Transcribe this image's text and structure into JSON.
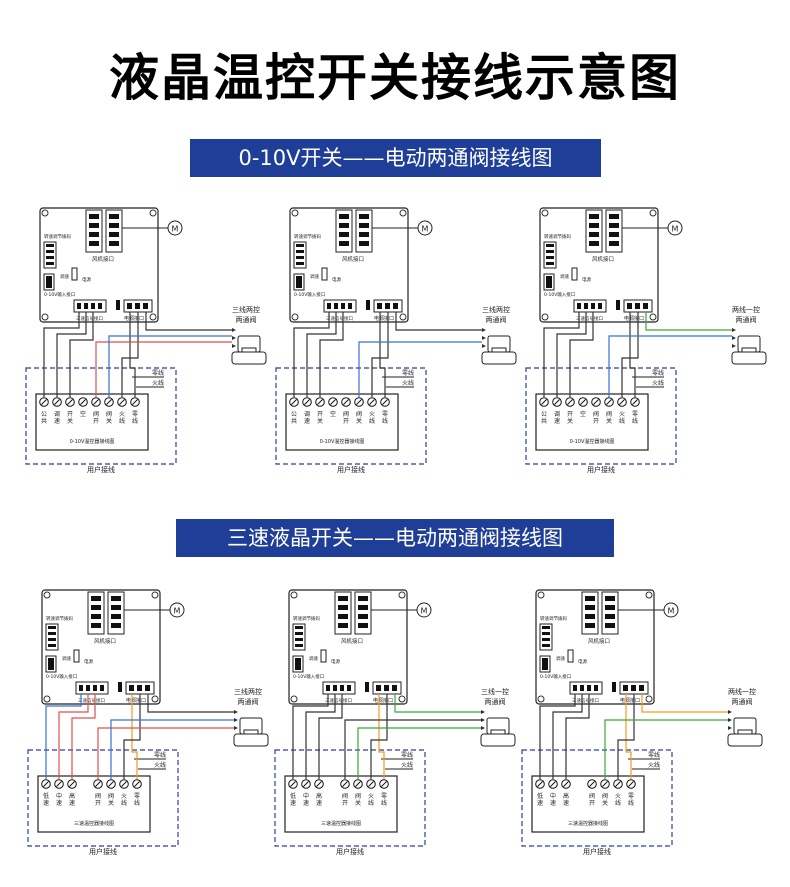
{
  "page_title": "液晶温控开关接线示意图",
  "sections": [
    {
      "banner": "0-10V开关——电动两通阀接线图"
    },
    {
      "banner": "三速液晶开关——电动两通阀接线图"
    }
  ],
  "board": {
    "fan_port": "风机接口",
    "speed_switch": "转速调节拨码",
    "input_0_10v": "0-10V输入接口",
    "three_speed_port": "三速信号接口",
    "power_port": "电源接口",
    "lbl_speed": "调速",
    "lbl_power": "电源",
    "motor": "M"
  },
  "thermostat": {
    "zero_line": "零线",
    "fire_line": "火线",
    "user_wiring": "用户接线"
  },
  "diagrams": [
    {
      "valve_label": [
        "三线两控",
        "两通阀"
      ],
      "terminals": [
        "公共",
        "调速",
        "开关",
        "空",
        "阀开",
        "阀关",
        "火线",
        "零线"
      ],
      "caption": "0-10V温控器接线图"
    },
    {
      "valve_label": [
        "三线两控",
        "两通阀"
      ],
      "terminals": [
        "公共",
        "调速",
        "开关",
        "空",
        "阀开",
        "阀关",
        "火线",
        "零线"
      ],
      "caption": "0-10V温控器接线图"
    },
    {
      "valve_label": [
        "两线一控",
        "两通阀"
      ],
      "terminals": [
        "公共",
        "调速",
        "开关",
        "空",
        "阀开",
        "阀关",
        "火线",
        "零线"
      ],
      "caption": "0-10V温控器接线图"
    },
    {
      "valve_label": [
        "三线两控",
        "两通阀"
      ],
      "terminals": [
        "低速",
        "中速",
        "高速",
        "阀开",
        "阀关",
        "火线",
        "零线"
      ],
      "caption": "三速温控器接线图"
    },
    {
      "valve_label": [
        "三线一控",
        "两通阀"
      ],
      "terminals": [
        "低速",
        "中速",
        "高速",
        "阀开",
        "阀关",
        "火线",
        "零线"
      ],
      "caption": "三速温控器接线图"
    },
    {
      "valve_label": [
        "两线一控",
        "两通阀"
      ],
      "terminals": [
        "低速",
        "中速",
        "高速",
        "阀开",
        "阀关",
        "火线",
        "零线"
      ],
      "caption": "三速温控器接线图"
    }
  ],
  "colors": {
    "banner": "#1f3e97",
    "frame": "#2a3fa0",
    "wire_blue": "#3b6fd8",
    "wire_red": "#e0504a",
    "wire_green": "#3aa83a",
    "wire_orange": "#f39a1e",
    "wire_dark": "#333333"
  }
}
